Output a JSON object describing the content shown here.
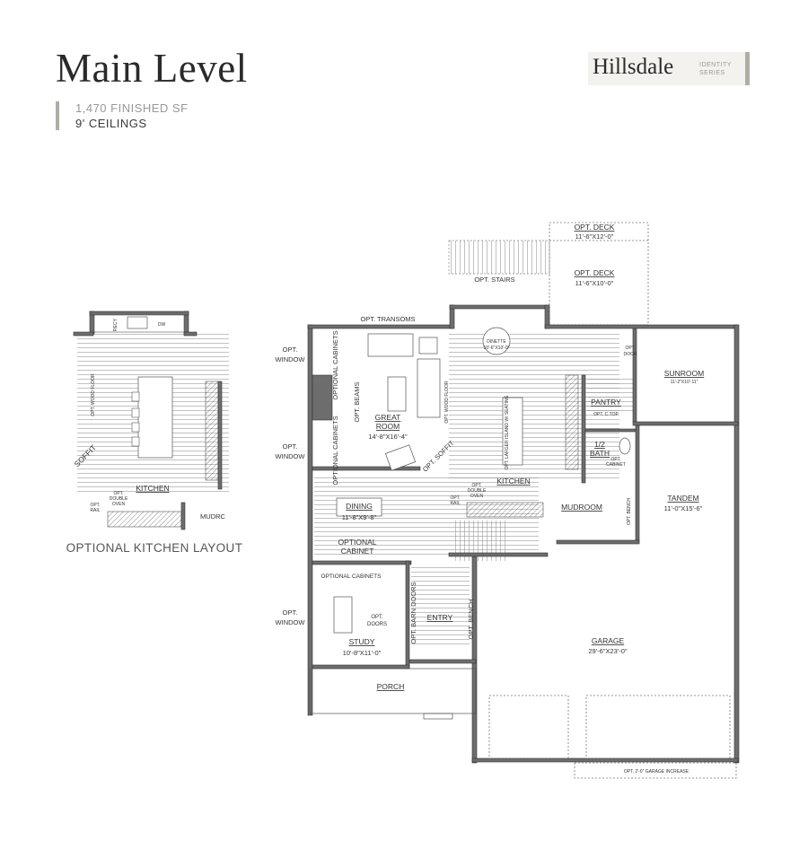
{
  "header": {
    "title": "Main Level",
    "finished_sf": "1,470 FINISHED SF",
    "ceilings": "9' CEILINGS",
    "brand_name": "Hillsdale",
    "brand_series_1": "IDENTITY",
    "brand_series_2": "SERIES"
  },
  "colors": {
    "accent_bar": "#b0ada5",
    "badge_bg": "#f3f2ef",
    "wall": "#6d6d6d"
  },
  "optional_kitchen": {
    "caption": "OPTIONAL KITCHEN LAYOUT",
    "recy": "RECY",
    "dw": "DW",
    "wood_floor": "OPT. WOOD FLOOR",
    "soffit": "SOFFIT",
    "kitchen": "KITCHEN",
    "opt": "OPT.",
    "double": "DOUBLE",
    "oven": "OVEN",
    "rail_opt": "OPT.",
    "rail": "RAIL",
    "mudroom_cut": "MUDRC"
  },
  "plan": {
    "deck1": {
      "name": "OPT. DECK",
      "dim": "11'-6\"X12'-0\""
    },
    "deck2": {
      "name": "OPT. DECK",
      "dim": "11'-6\"X10'-0\""
    },
    "stairs": "OPT. STAIRS",
    "transoms": "OPT. TRANSOMS",
    "opt": "OPT.",
    "window": "WINDOW",
    "optional_cabinets": "OPTIONAL CABINETS",
    "beams": "OPT. BEAMS",
    "great_room": {
      "line1": "GREAT",
      "line2": "ROOM",
      "dim": "14'-8\"X16'-4\""
    },
    "wood_floor": "OPT. WOOD FLOOR",
    "soffit": "OPT. SOFFIT",
    "dinette": {
      "name": "DINETTE",
      "dim": "10'-6\"X10'-0\""
    },
    "door": "DOOR",
    "sunroom": {
      "name": "SUNROOM",
      "dim": "11'-2\"X10'-11\""
    },
    "pantry": "PANTRY",
    "ctop": "OPT. C.TOP",
    "bath": {
      "line1": "1/2",
      "line2": "BATH",
      "cabinet_opt": "OPT.",
      "cabinet": "CABINET"
    },
    "island": "OPT. LARGER ISLAND W/ SEATING",
    "kitchen": "KITCHEN",
    "double": "DOUBLE",
    "oven": "OVEN",
    "rail": "RAIL",
    "dining": {
      "name": "DINING",
      "dim": "11'-8\"X9'-8\""
    },
    "optional_cabinet": {
      "line1": "OPTIONAL",
      "line2": "CABINET"
    },
    "mudroom": "MUDROOM",
    "bench": "OPT. BENCH",
    "tandem": {
      "name": "TANDEM",
      "dim": "11'-0\"X15'-6\""
    },
    "barn_doors": "OPT. BARN DOORS",
    "doors": "DOORS",
    "entry": "ENTRY",
    "study": {
      "name": "STUDY",
      "dim": "10'-8\"X11'-0\""
    },
    "porch": "PORCH",
    "garage": {
      "name": "GARAGE",
      "dim": "29'-6\"X23'-0\""
    },
    "garage_increase": "OPT. 2'-0\" GARAGE INCREASE"
  }
}
